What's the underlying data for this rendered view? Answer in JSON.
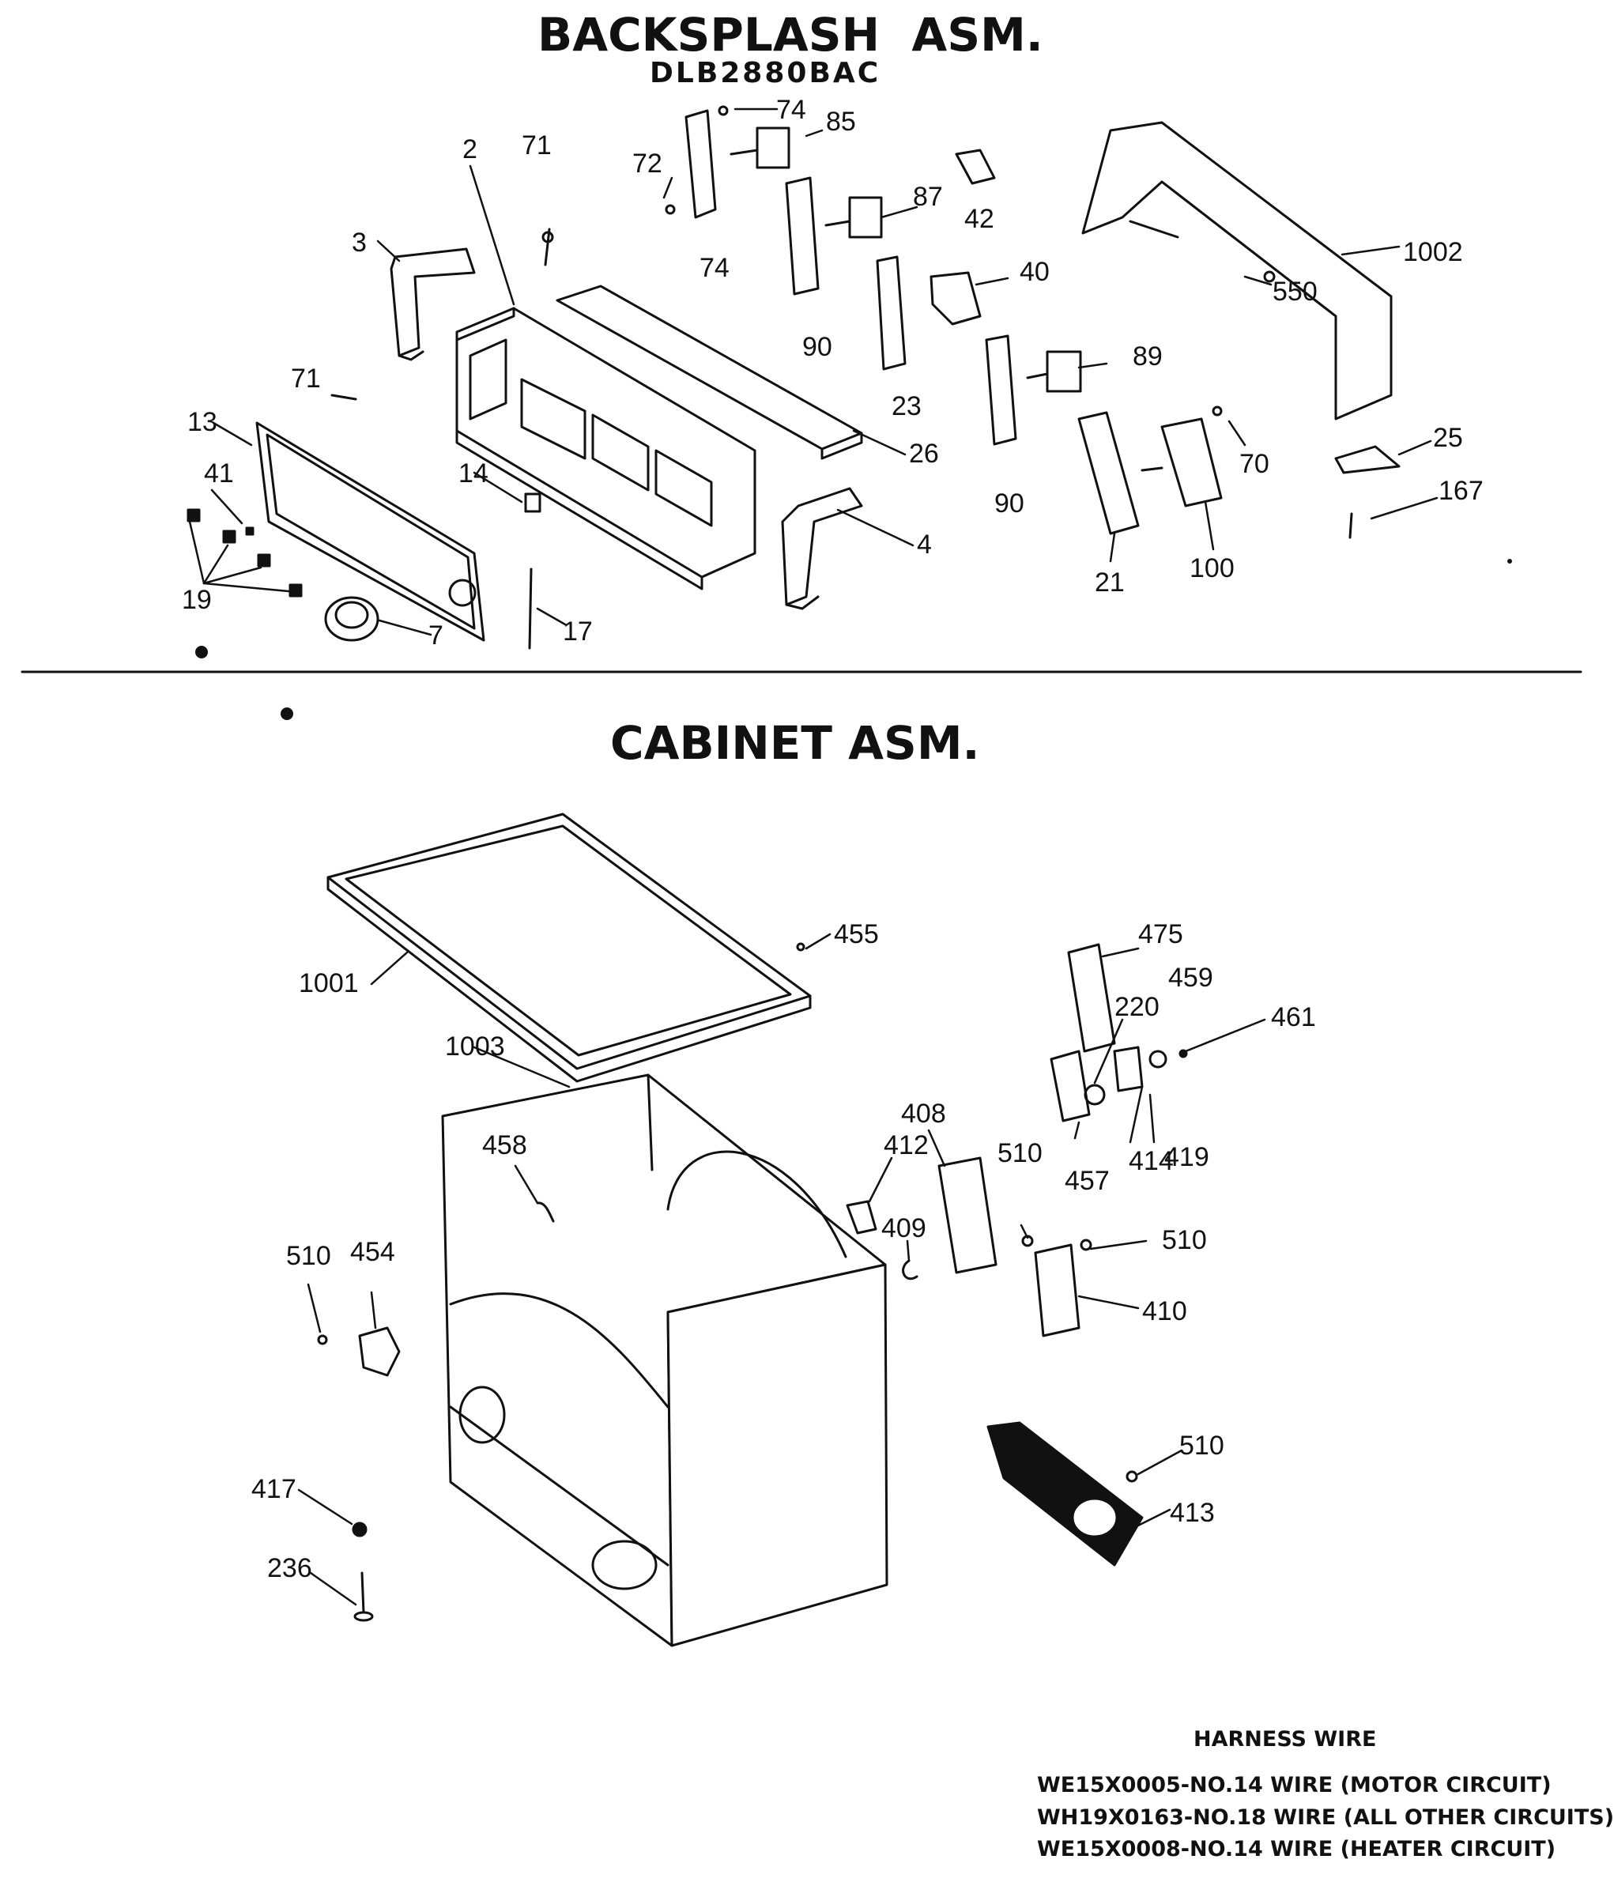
{
  "backsplash": {
    "title": "BACKSPLASH  ASM.",
    "model": "DLB2880BAC",
    "part_labels": [
      "74",
      "85",
      "71",
      "72",
      "2",
      "87",
      "42",
      "1002",
      "3",
      "74",
      "90",
      "40",
      "550",
      "23",
      "89",
      "71",
      "26",
      "13",
      "90",
      "70",
      "25",
      "41",
      "14",
      "100",
      "4",
      "167",
      "19",
      "21",
      "7",
      "17"
    ]
  },
  "cabinet": {
    "title": "CABINET ASM.",
    "part_labels": [
      "455",
      "475",
      "1001",
      "459",
      "220",
      "461",
      "1003",
      "408",
      "458",
      "412",
      "510",
      "457",
      "414",
      "419",
      "409",
      "510",
      "454",
      "510",
      "410",
      "510",
      "417",
      "413",
      "236"
    ]
  },
  "harness": {
    "heading": "HARNESS WIRE",
    "lines": [
      "WE15X0005-NO.14 WIRE (MOTOR CIRCUIT)",
      "WH19X0163-NO.18 WIRE (ALL OTHER CIRCUITS)",
      "WE15X0008-NO.14 WIRE (HEATER CIRCUIT)"
    ]
  },
  "colors": {
    "ink": "#111111",
    "paper": "#ffffff"
  }
}
